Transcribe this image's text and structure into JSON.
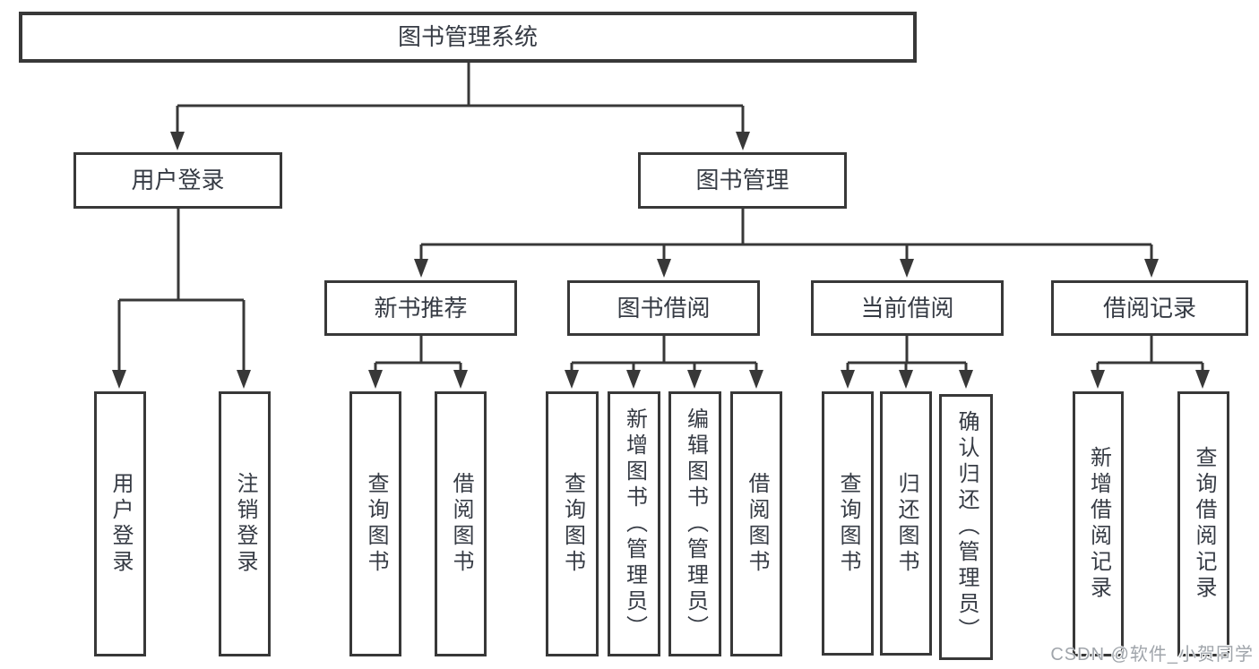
{
  "diagram": {
    "title": "图书管理系统",
    "root": {
      "label": "图书管理系统"
    },
    "branches": [
      {
        "label": "用户登录",
        "leaves": [
          {
            "label": "用户登录"
          },
          {
            "label": "注销登录"
          }
        ]
      },
      {
        "label": "图书管理",
        "groups": [
          {
            "label": "新书推荐",
            "leaves": [
              {
                "label": "查询图书"
              },
              {
                "label": "借阅图书"
              }
            ]
          },
          {
            "label": "图书借阅",
            "leaves": [
              {
                "label": "查询图书"
              },
              {
                "label": "新增图书（管理员）"
              },
              {
                "label": "编辑图书（管理员）"
              },
              {
                "label": "借阅图书"
              }
            ]
          },
          {
            "label": "当前借阅",
            "leaves": [
              {
                "label": "查询图书"
              },
              {
                "label": "归还图书"
              },
              {
                "label": "确认归还（管理员）"
              }
            ]
          },
          {
            "label": "借阅记录",
            "leaves": [
              {
                "label": "新增借阅记录"
              },
              {
                "label": "查询借阅记录"
              }
            ]
          }
        ]
      }
    ]
  },
  "watermark": {
    "text": "CSDN @软件_小贺同学"
  },
  "colors": {
    "line": "#383838",
    "text": "#363b44",
    "background": "#ffffff",
    "watermark": "#a0a5ab"
  }
}
